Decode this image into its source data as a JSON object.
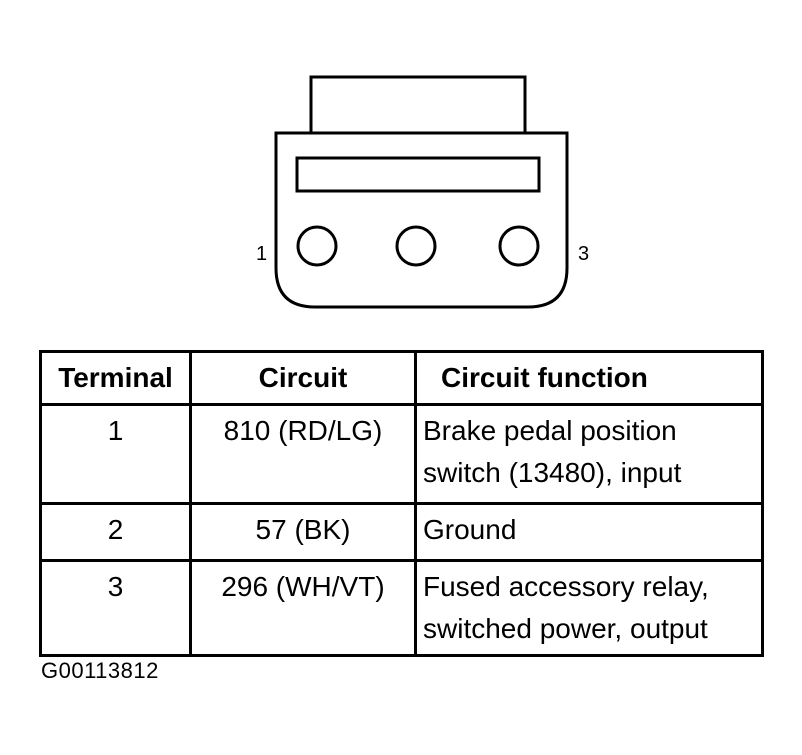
{
  "diagram": {
    "pin_left_label": "1",
    "pin_right_label": "3"
  },
  "table": {
    "headers": [
      "Terminal",
      "Circuit",
      "Circuit function"
    ],
    "rows": [
      {
        "terminal": "1",
        "circuit": "810 (RD/LG)",
        "function_line1": "Brake pedal position",
        "function_line2": "switch (13480), input"
      },
      {
        "terminal": "2",
        "circuit": "57 (BK)",
        "function_line1": "Ground",
        "function_line2": ""
      },
      {
        "terminal": "3",
        "circuit": "296 (WH/VT)",
        "function_line1": "Fused accessory relay,",
        "function_line2": "switched power, output"
      }
    ]
  },
  "figure_code": "G00113812"
}
